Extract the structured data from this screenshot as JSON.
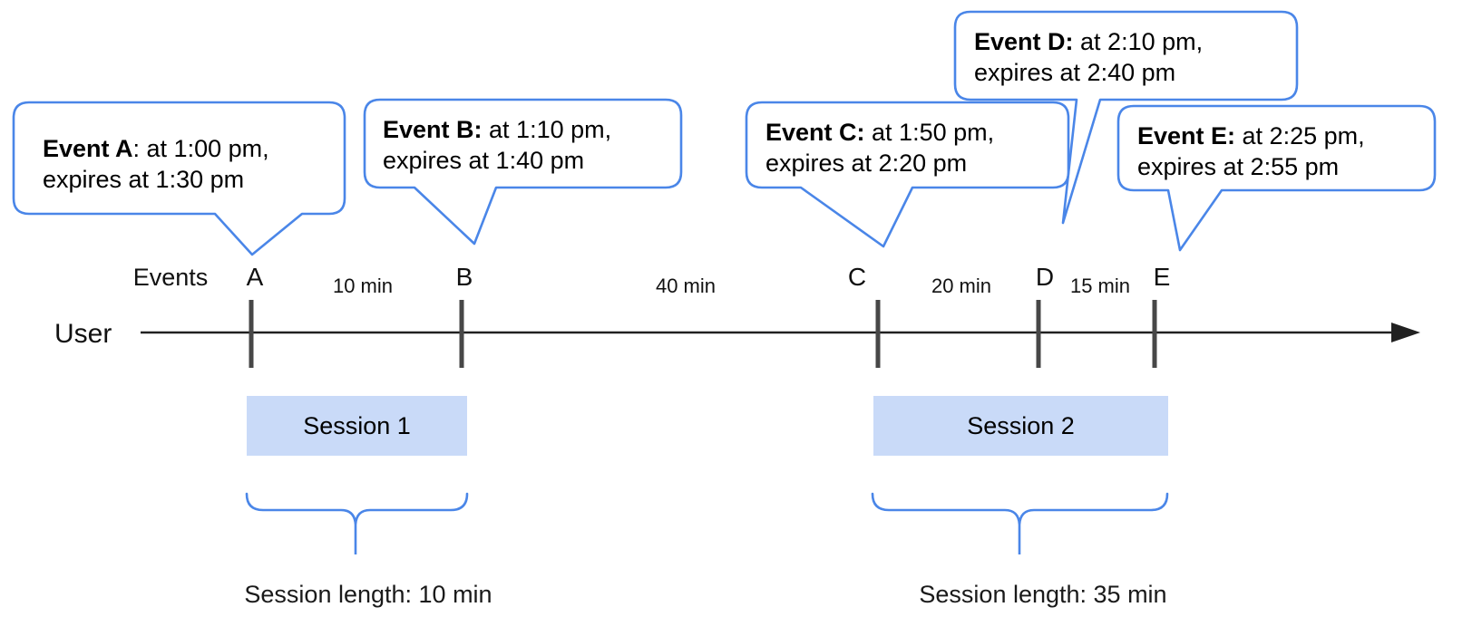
{
  "colors": {
    "bubble_stroke": "#4a86e8",
    "bubble_fill": "#ffffff",
    "session_fill": "#c9daf8",
    "tick_color": "#474747",
    "axis_color": "#212121"
  },
  "bubbles": [
    {
      "id": "A",
      "bold": "Event A",
      "rest": ": at 1:00 pm,",
      "line2": "expires at 1:30 pm"
    },
    {
      "id": "B",
      "bold": "Event B:",
      "rest": " at 1:10 pm,",
      "line2": "expires at 1:40 pm"
    },
    {
      "id": "C",
      "bold": "Event C:",
      "rest": " at 1:50 pm,",
      "line2": "expires at 2:20 pm"
    },
    {
      "id": "D",
      "bold": "Event D:",
      "rest": " at 2:10 pm,",
      "line2": "expires at 2:40 pm"
    },
    {
      "id": "E",
      "bold": "Event E:",
      "rest": " at 2:25 pm,",
      "line2": "expires at 2:55 pm"
    }
  ],
  "timeline": {
    "events_label": "Events",
    "axis_label": "User",
    "ticks": [
      "A",
      "B",
      "C",
      "D",
      "E"
    ],
    "intervals": [
      "10 min",
      "40 min",
      "20 min",
      "15 min"
    ]
  },
  "sessions": [
    {
      "label": "Session 1",
      "length_label": "Session length: 10 min"
    },
    {
      "label": "Session 2",
      "length_label": "Session length: 35 min"
    }
  ]
}
